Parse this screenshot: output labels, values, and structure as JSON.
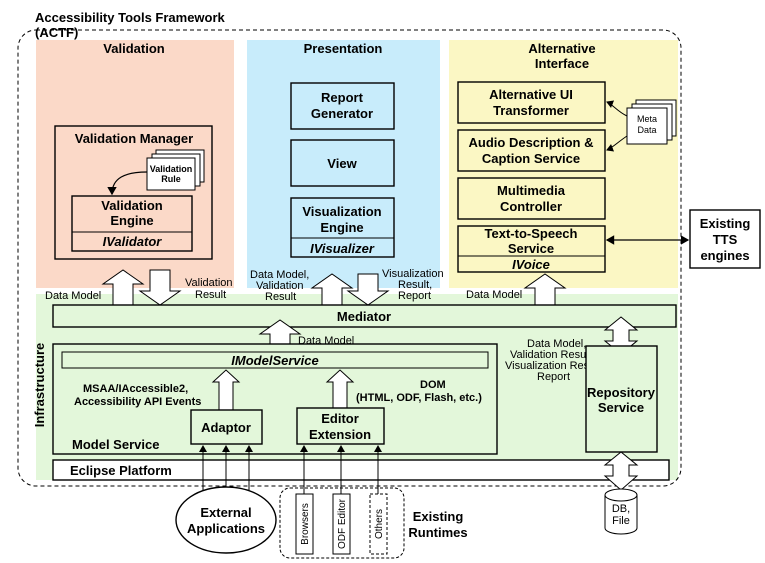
{
  "framework": {
    "title_line1": "Accessibility Tools Framework",
    "title_line2": "(ACTF)"
  },
  "validation": {
    "title": "Validation",
    "manager": "Validation Manager",
    "rule_line1": "Validation",
    "rule_line2": "Rule",
    "engine_line1": "Validation",
    "engine_line2": "Engine",
    "interface": "IValidator"
  },
  "presentation": {
    "title": "Presentation",
    "report_line1": "Report",
    "report_line2": "Generator",
    "view": "View",
    "vis_line1": "Visualization",
    "vis_line2": "Engine",
    "interface": "IVisualizer"
  },
  "alternative": {
    "title_line1": "Alternative",
    "title_line2": "Interface",
    "ui_line1": "Alternative UI",
    "ui_line2": "Transformer",
    "audio_line1": "Audio Description &",
    "audio_line2": "Caption Service",
    "mm_line1": "Multimedia",
    "mm_line2": "Controller",
    "tts_line1": "Text-to-Speech",
    "tts_line2": "Service",
    "interface": "IVoice",
    "meta_line1": "Meta",
    "meta_line2": "Data"
  },
  "external_tts": {
    "line1": "Existing",
    "line2": "TTS",
    "line3": "engines"
  },
  "flows": {
    "data_model_left": "Data Model",
    "validation_result_line1": "Validation",
    "validation_result_line2": "Result",
    "dmv_line1": "Data Model,",
    "dmv_line2": "Validation",
    "dmv_line3": "Result",
    "vis_result_line1": "Visualization",
    "vis_result_line2": "Result,",
    "vis_result_line3": "Report",
    "data_model_right": "Data Model",
    "data_model_mid": "Data Model",
    "repo_line1": "Data Model,",
    "repo_line2": "Validation Result,",
    "repo_line3": "Visualization Result,",
    "repo_line4": "Report"
  },
  "infrastructure": {
    "label": "Infrastructure",
    "mediator": "Mediator",
    "imodel": "IModelService",
    "msaa_line1": "MSAA/IAccessible2,",
    "msaa_line2": "Accessibility API Events",
    "adaptor": "Adaptor",
    "editor_line1": "Editor",
    "editor_line2": "Extension",
    "dom_line1": "DOM",
    "dom_line2": "(HTML, ODF, Flash, etc.)",
    "model_service": "Model Service",
    "repository_line1": "Repository",
    "repository_line2": "Service",
    "eclipse": "Eclipse Platform"
  },
  "bottom": {
    "ext_apps_line1": "External",
    "ext_apps_line2": "Applications",
    "browsers": "Browsers",
    "odf_editor": "ODF Editor",
    "others": "Others",
    "runtimes_line1": "Existing",
    "runtimes_line2": "Runtimes",
    "db_line1": "DB,",
    "db_line2": "File"
  },
  "colors": {
    "validation_bg": "#fbd9c8",
    "presentation_bg": "#c8ecfb",
    "alternative_bg": "#fbf7c4",
    "infrastructure_bg": "#e3f7da",
    "box_green": "#e3f7da"
  }
}
